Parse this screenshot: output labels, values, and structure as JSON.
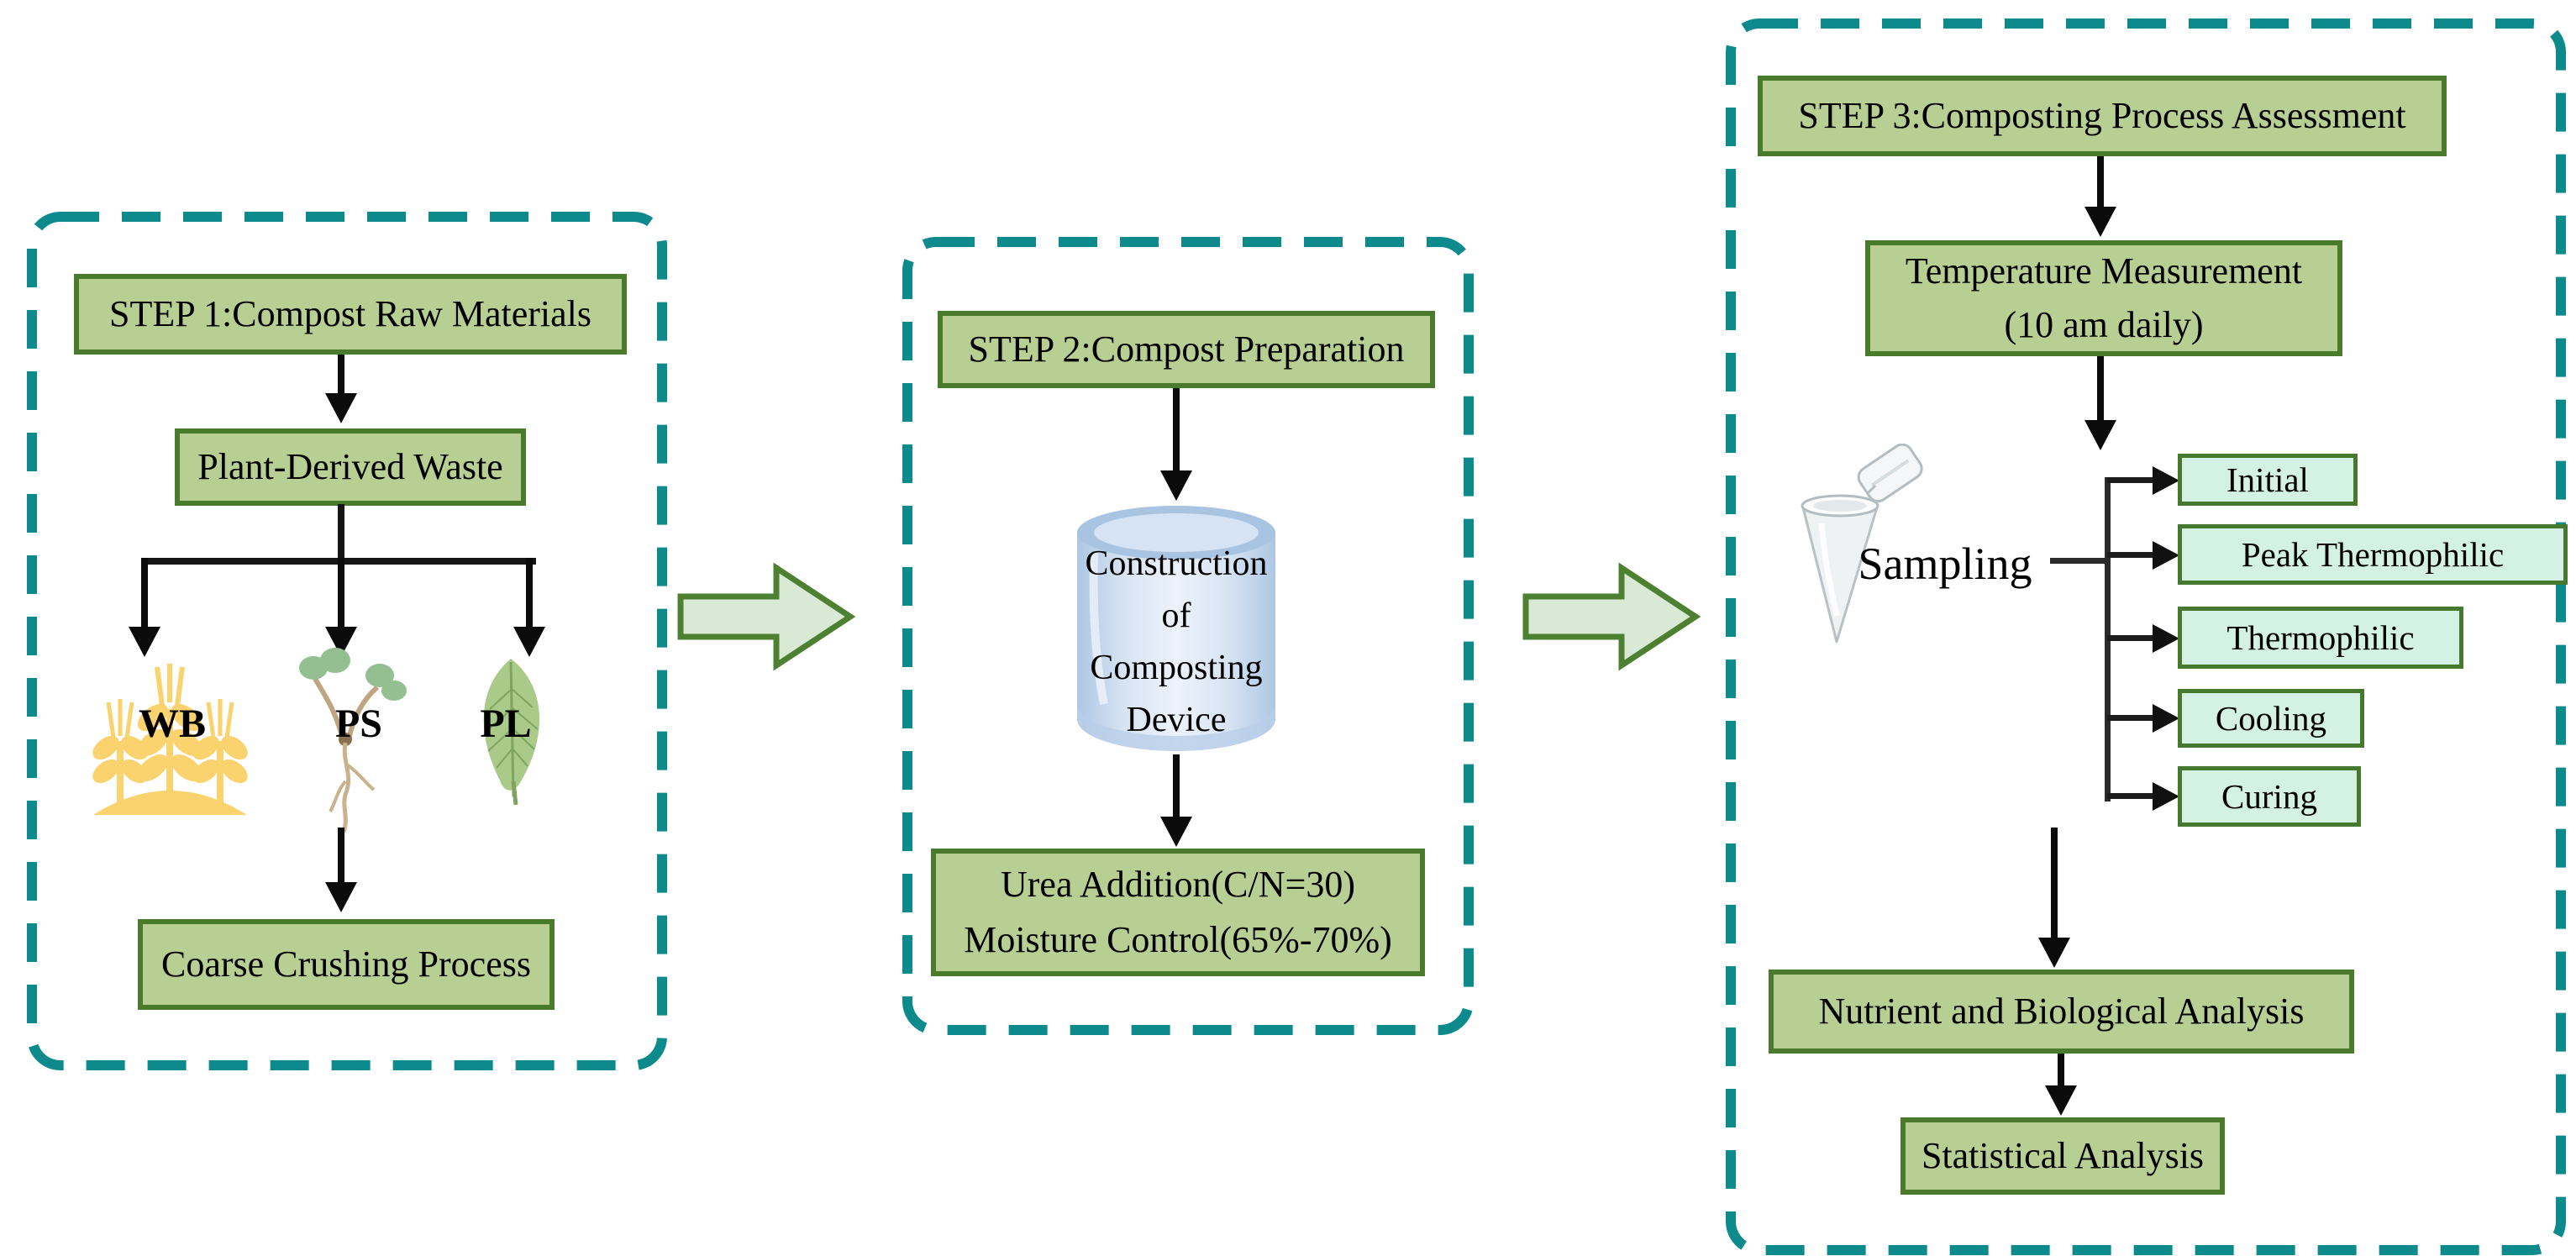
{
  "panels": {
    "step1": {
      "title": "STEP 1:Compost Raw Materials",
      "plant_derived_waste": "Plant-Derived Waste",
      "materials": {
        "wb": "WB",
        "ps": "PS",
        "pl": "PL"
      },
      "coarse_crushing": "Coarse Crushing Process"
    },
    "step2": {
      "title": "STEP 2:Compost Preparation",
      "device_lines": [
        "Construction",
        "of",
        "Composting",
        "Device"
      ],
      "urea_addition": "Urea Addition(C/N=30)",
      "moisture_control": "Moisture Control(65%-70%)"
    },
    "step3": {
      "title": "STEP 3:Composting Process Assessment",
      "temperature_line1": "Temperature Measurement",
      "temperature_line2": "(10 am daily)",
      "sampling": "Sampling",
      "stages": [
        "Initial",
        "Peak Thermophilic",
        "Thermophilic",
        "Cooling",
        "Curing"
      ],
      "nutrient_analysis": "Nutrient and Biological Analysis",
      "statistical_analysis": "Statistical Analysis"
    }
  },
  "colors": {
    "dashed_border": "#0d8a8c",
    "box_fill": "#b7cf93",
    "box_border": "#4a7a2c",
    "stage_fill": "#d4f2e4",
    "stage_border": "#46782e",
    "block_arrow_fill": "#d8e9d6",
    "block_arrow_border": "#4d8030",
    "cylinder_blue": "#c3d7ec",
    "wheat_gold": "#fbd36e",
    "arrow_black": "#0b0b0b"
  }
}
